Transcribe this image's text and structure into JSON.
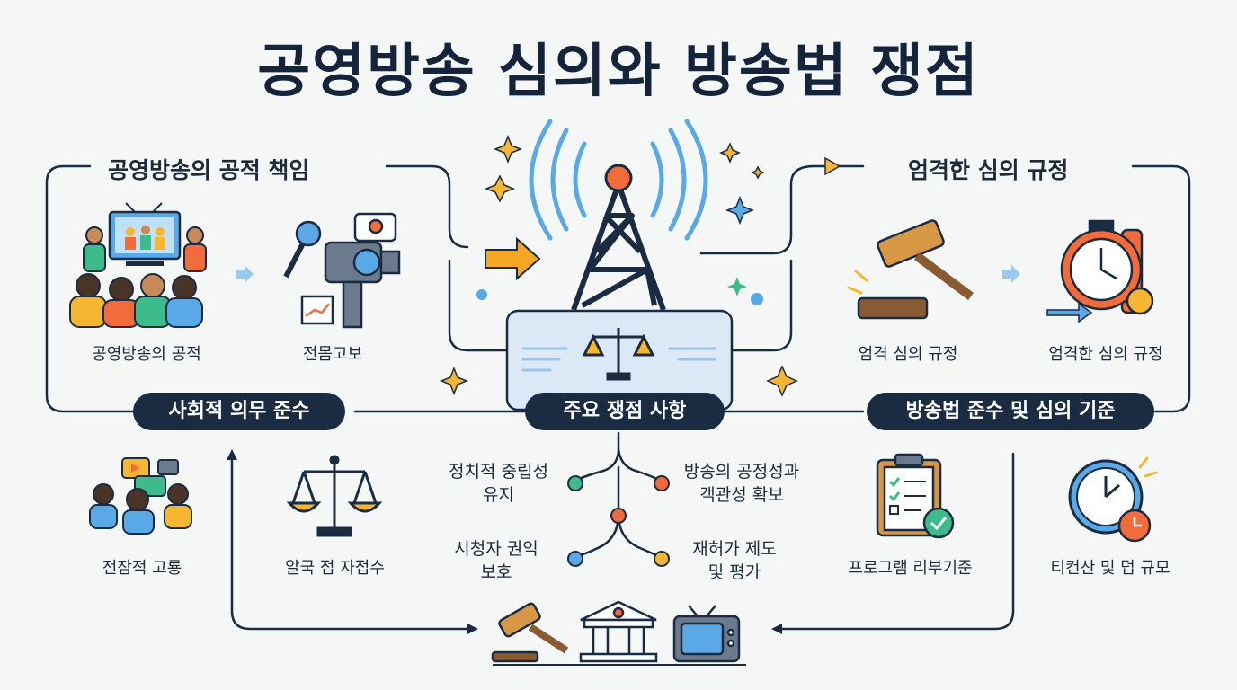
{
  "title": "공영방송 심의와 방송법 쟁점",
  "sections": {
    "left": {
      "heading": "공영방송의 공적 책임",
      "items": [
        "공영방송의 공적",
        "전몸고보"
      ],
      "pill": "사회적 의무 준수"
    },
    "center": {
      "pill": "주요 쟁점 사항",
      "issues": [
        "정치적 중립성\n유지",
        "방송의 공정성과\n객관성 확보",
        "시청자 권익\n보호",
        "재허가 제도\n및 평가"
      ]
    },
    "right": {
      "heading": "엄격한 심의 규정",
      "items": [
        "엄격 심의 규정",
        "엄격한 심의 규정"
      ],
      "pill": "방송법 준수 및 심의 기준"
    }
  },
  "bottom_items": [
    "전잠적 고룡",
    "알국 접 자접수",
    "프로그램 리부기준",
    "티컨산 및 덥 규모"
  ],
  "colors": {
    "navy": "#1b2b42",
    "accent_orange": "#f26b3a",
    "accent_yellow": "#f5b731",
    "accent_blue": "#5aa9e6",
    "accent_green": "#3dbb8a"
  }
}
